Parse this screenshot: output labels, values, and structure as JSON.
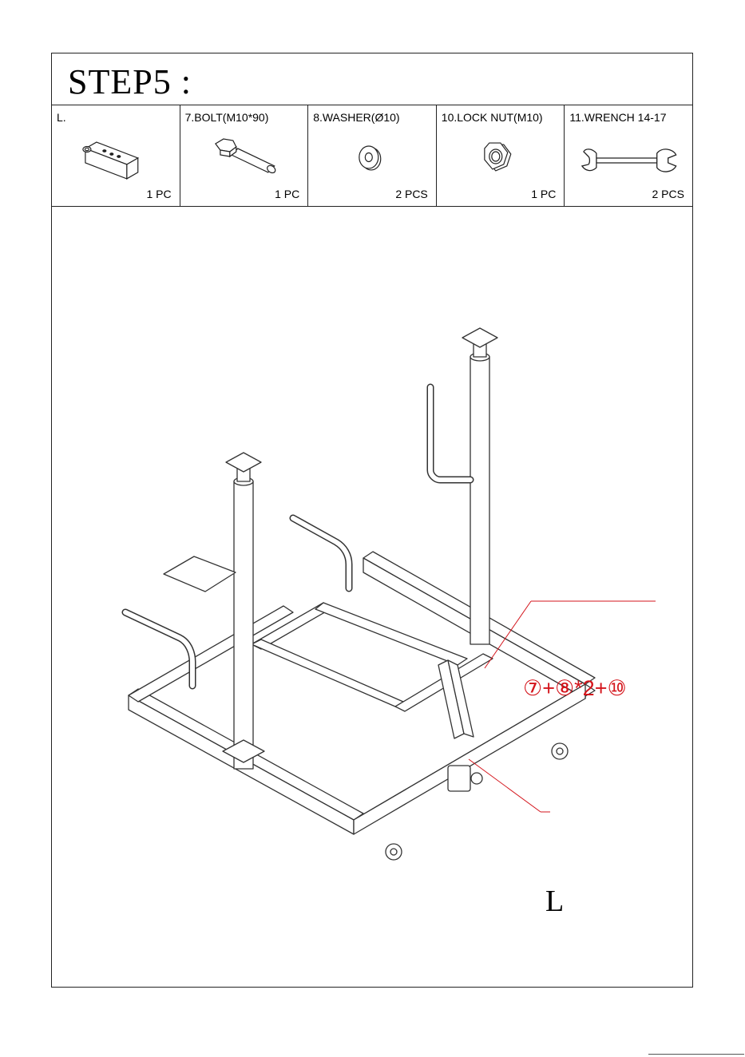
{
  "header": {
    "title": "STEP5 :"
  },
  "parts": [
    {
      "label": "L.",
      "qty": "1 PC",
      "icon": "bracket-tube-icon"
    },
    {
      "label": "7.BOLT(M10*90)",
      "qty": "1 PC",
      "icon": "bolt-icon"
    },
    {
      "label": "8.WASHER(Ø10)",
      "qty": "2 PCS",
      "icon": "washer-icon"
    },
    {
      "label": "10.LOCK NUT(M10)",
      "qty": "1 PC",
      "icon": "lock-nut-icon"
    },
    {
      "label": "11.WRENCH 14-17",
      "qty": "2 PCS",
      "icon": "wrench-icon"
    }
  ],
  "diagram": {
    "callout": "⑦+⑧*2+⑩",
    "part_label": "L",
    "callout_color": "#d4151c"
  }
}
